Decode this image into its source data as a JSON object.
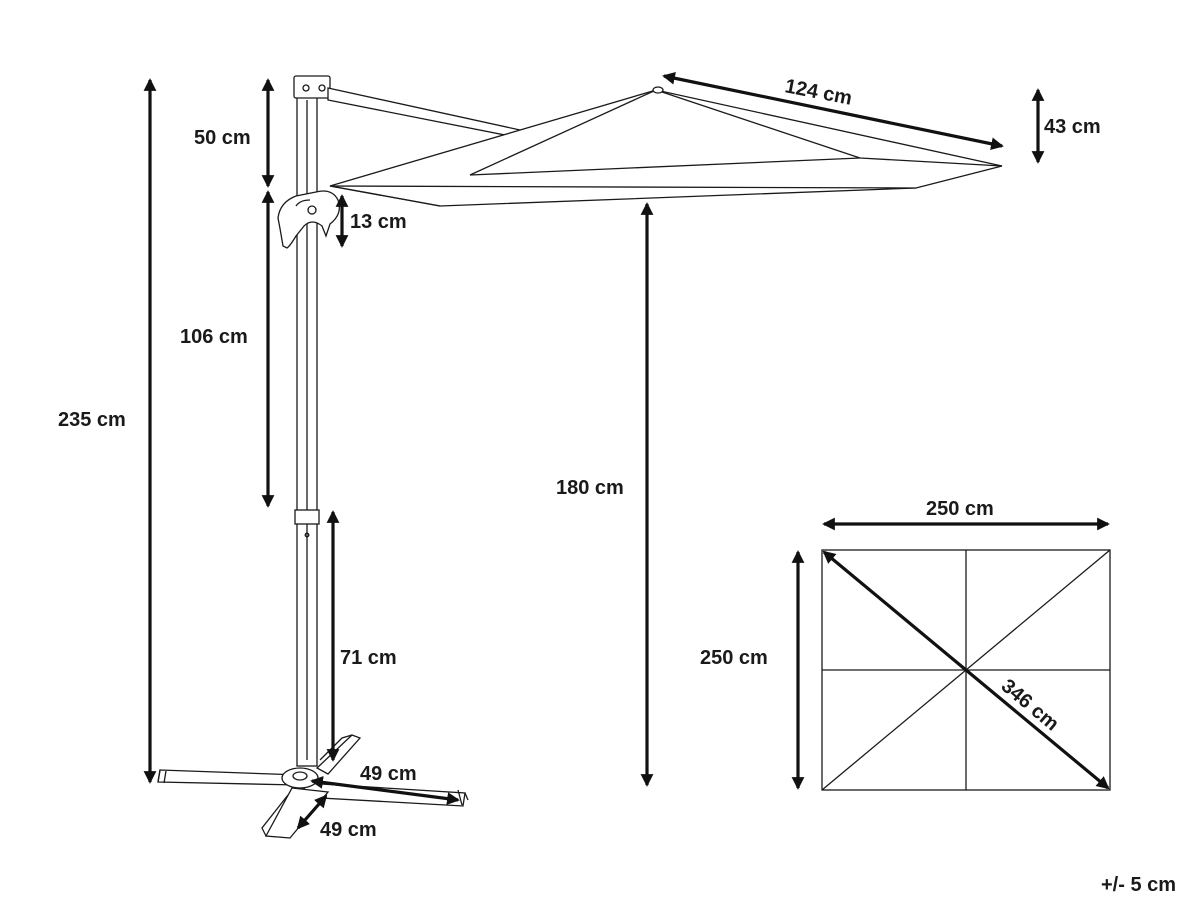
{
  "labels": {
    "total_height": "235 cm",
    "top_section": "50 cm",
    "crank": "13 cm",
    "mid_section": "106 cm",
    "lower_section": "71 cm",
    "canopy_clearance": "180 cm",
    "arm_length": "124 cm",
    "canopy_depth": "43 cm",
    "base_width": "49 cm",
    "base_depth": "49 cm",
    "canopy_width": "250 cm",
    "canopy_length": "250 cm",
    "canopy_diagonal": "346 cm",
    "tolerance": "+/- 5 cm"
  }
}
